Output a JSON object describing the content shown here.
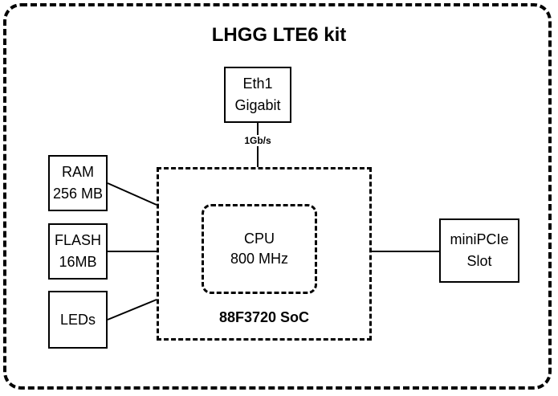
{
  "title": "LHGG LTE6 kit",
  "blocks": {
    "eth": "Eth1\nGigabit",
    "ram": "RAM\n256 MB",
    "flash": "FLASH\n16MB",
    "leds": "LEDs",
    "cpu": "CPU\n800 MHz",
    "soc": "88F3720 SoC",
    "minipcie": "miniPCIe\nSlot"
  },
  "links": {
    "eth_speed": "1Gb/s"
  }
}
